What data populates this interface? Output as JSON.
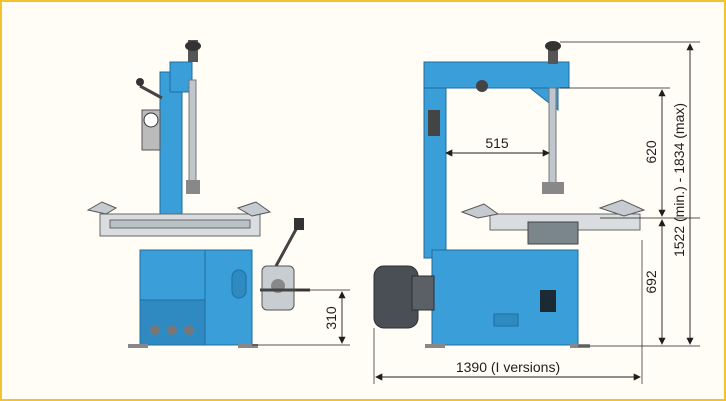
{
  "dimensions": {
    "arm_reach": "515",
    "column_height": "620",
    "total_height": "1522 (min.) - 1834 (max)",
    "table_height": "692",
    "base_height": "310",
    "total_width": "1390 (I versions)"
  },
  "colors": {
    "frame_border": "#f2c230",
    "machine_blue": "#3a9ed8",
    "machine_dark": "#1f6d9e",
    "steel": "#9aa3aa",
    "motor": "#4a4f55"
  }
}
